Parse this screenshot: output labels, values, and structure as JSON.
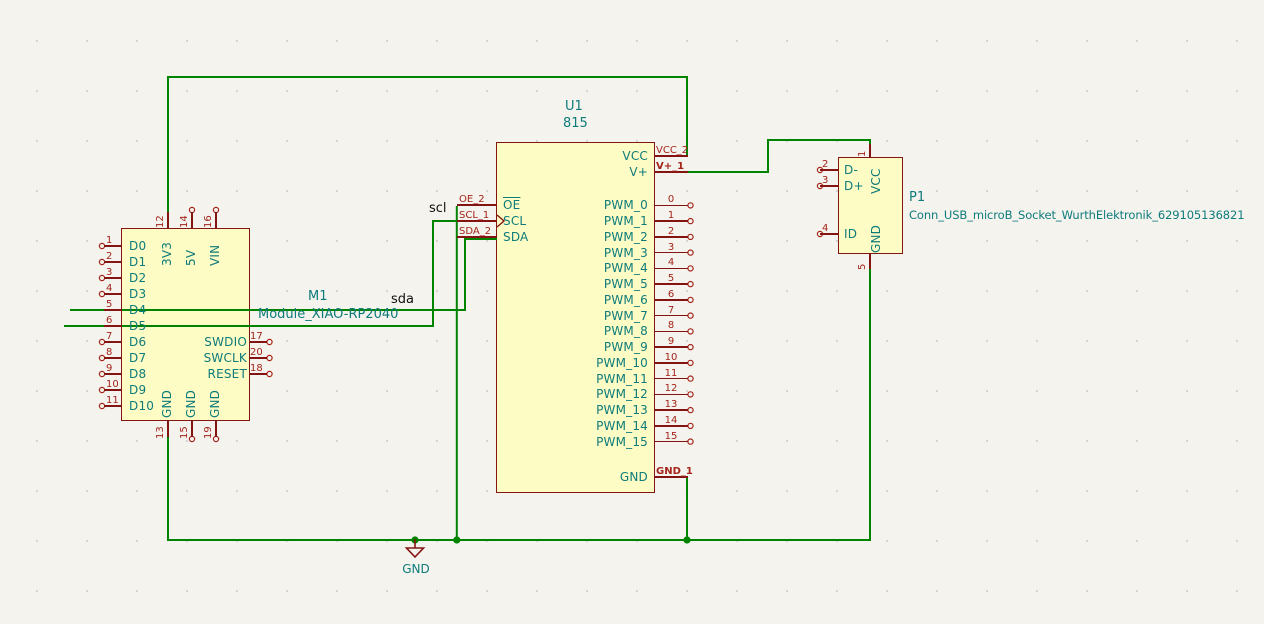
{
  "schematic": {
    "m1": {
      "reference": "M1",
      "value": "Module_XIAO-RP2040",
      "left_pins": [
        {
          "number": "1",
          "name": "D0"
        },
        {
          "number": "2",
          "name": "D1"
        },
        {
          "number": "3",
          "name": "D2"
        },
        {
          "number": "4",
          "name": "D3"
        },
        {
          "number": "5",
          "name": "D4"
        },
        {
          "number": "6",
          "name": "D5"
        },
        {
          "number": "7",
          "name": "D6"
        },
        {
          "number": "8",
          "name": "D7"
        },
        {
          "number": "9",
          "name": "D8"
        },
        {
          "number": "10",
          "name": "D9"
        },
        {
          "number": "11",
          "name": "D10"
        }
      ],
      "top_pins": [
        {
          "number": "12",
          "name": "3V3"
        },
        {
          "number": "14",
          "name": "5V"
        },
        {
          "number": "16",
          "name": "VIN"
        }
      ],
      "right_pins": [
        {
          "number": "17",
          "name": "SWDIO"
        },
        {
          "number": "20",
          "name": "SWCLK"
        },
        {
          "number": "18",
          "name": "RESET"
        }
      ],
      "bottom_pins": [
        {
          "number": "13",
          "name": "GND"
        },
        {
          "number": "15",
          "name": "GND"
        },
        {
          "number": "19",
          "name": "GND"
        }
      ]
    },
    "u1": {
      "reference": "U1",
      "value": "815",
      "left_pins": [
        {
          "number": "OE_2",
          "name": "OE"
        },
        {
          "number": "SCL_1",
          "name": "SCL"
        },
        {
          "number": "SDA_2",
          "name": "SDA"
        }
      ],
      "power_pins": [
        {
          "number": "VCC_2",
          "name": "VCC"
        },
        {
          "number": "V+_1",
          "name": "V+"
        }
      ],
      "pwm_pins": [
        {
          "number": "0",
          "name": "PWM_0"
        },
        {
          "number": "1",
          "name": "PWM_1"
        },
        {
          "number": "2",
          "name": "PWM_2"
        },
        {
          "number": "3",
          "name": "PWM_3"
        },
        {
          "number": "4",
          "name": "PWM_4"
        },
        {
          "number": "5",
          "name": "PWM_5"
        },
        {
          "number": "6",
          "name": "PWM_6"
        },
        {
          "number": "7",
          "name": "PWM_7"
        },
        {
          "number": "8",
          "name": "PWM_8"
        },
        {
          "number": "9",
          "name": "PWM_9"
        },
        {
          "number": "10",
          "name": "PWM_10"
        },
        {
          "number": "11",
          "name": "PWM_11"
        },
        {
          "number": "12",
          "name": "PWM_12"
        },
        {
          "number": "13",
          "name": "PWM_13"
        },
        {
          "number": "14",
          "name": "PWM_14"
        },
        {
          "number": "15",
          "name": "PWM_15"
        }
      ],
      "gnd_pin": {
        "number": "GND_1",
        "name": "GND"
      }
    },
    "p1": {
      "reference": "P1",
      "value": "Conn_USB_microB_Socket_WurthElektronik_629105136821",
      "top_pin": {
        "number": "1",
        "name": "VCC"
      },
      "data_pins": [
        {
          "number": "2",
          "name": "D-"
        },
        {
          "number": "3",
          "name": "D+"
        }
      ],
      "id_pin": {
        "number": "4",
        "name": "ID"
      },
      "bottom_pin": {
        "number": "5",
        "name": "GND"
      }
    },
    "net_labels": {
      "scl": "scl",
      "sda": "sda"
    },
    "gnd_symbol": {
      "label": "GND"
    },
    "colors": {
      "background": "#F4F3EE",
      "wire": "#008400",
      "symbol_outline": "#841411",
      "symbol_fill": "#FDFCC4",
      "pin_name": "#0E7B7B",
      "pin_number": "#A42318",
      "net_label": "#101010"
    }
  }
}
